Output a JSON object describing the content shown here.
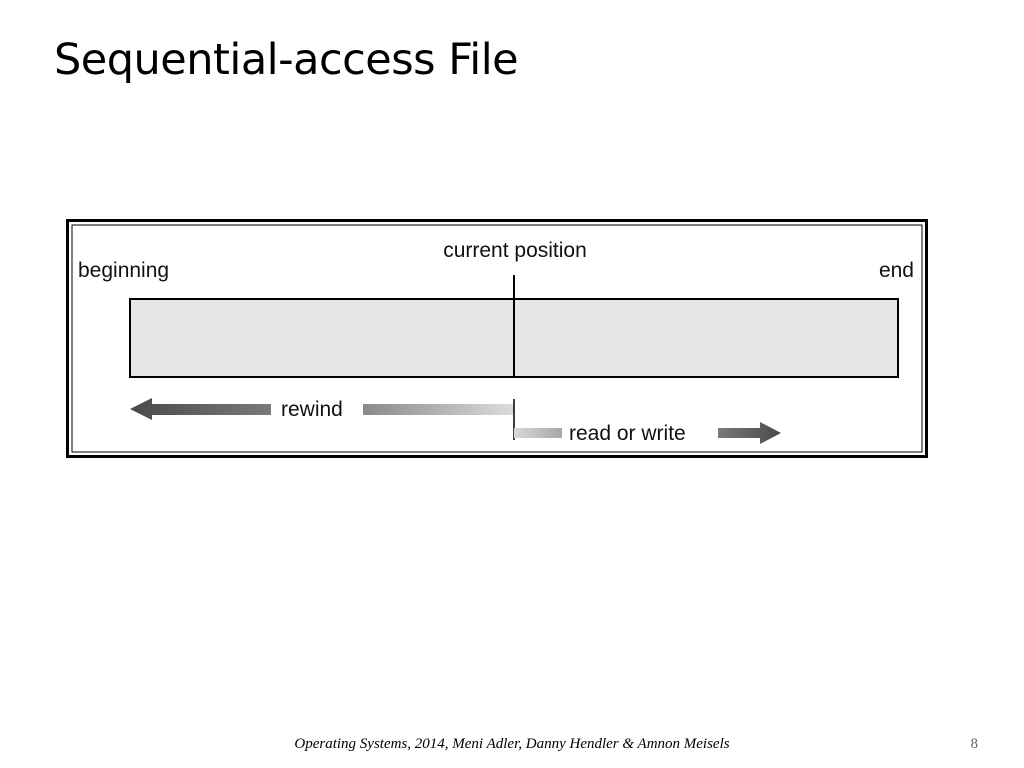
{
  "slide": {
    "title": "Sequential-access File",
    "footer": "Operating Systems, 2014, Meni Adler, Danny Hendler & Amnon Meisels",
    "page_number": "8"
  },
  "diagram": {
    "labels": {
      "beginning": "beginning",
      "current_position": "current position",
      "end": "end",
      "rewind": "rewind",
      "read_or_write": "read or write"
    },
    "colors": {
      "file_fill": "#e6e6e6",
      "arrow_dark": "#4a4a4a",
      "arrow_light": "#cfcfcf",
      "border": "#000000"
    }
  }
}
